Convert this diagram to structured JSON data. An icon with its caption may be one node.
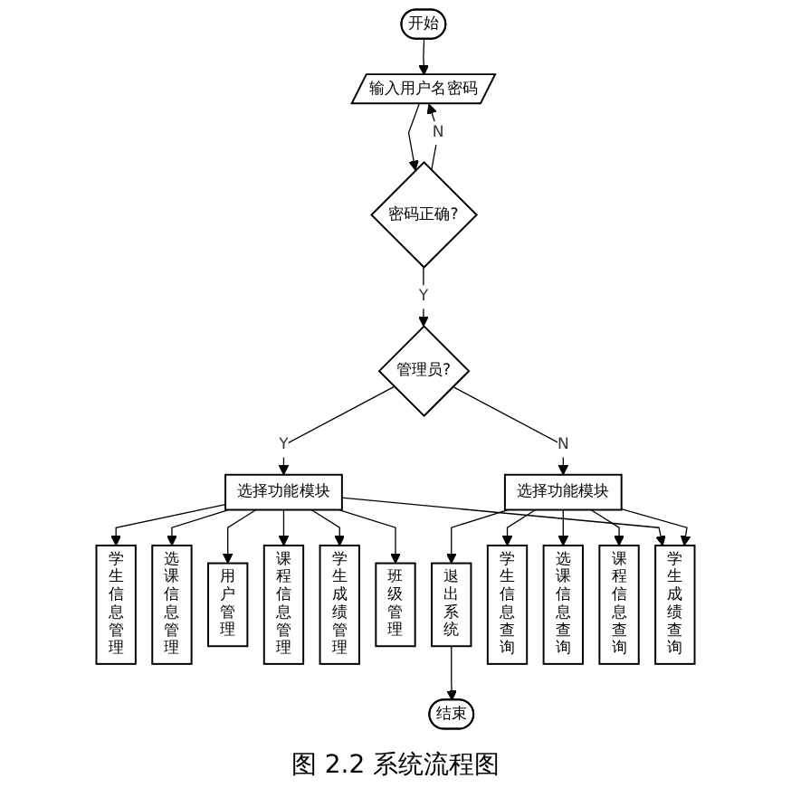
{
  "diagram": {
    "caption": "图 2.2 系统流程图",
    "nodes": [
      {
        "text": [
          "开始"
        ]
      },
      {
        "text": [
          "输入用户名密码"
        ]
      },
      {
        "text": [
          "密码正确?"
        ]
      },
      {
        "text": [
          "管理员?"
        ]
      },
      {
        "text": [
          "选择功能模块"
        ]
      },
      {
        "text": [
          "选择功能模块"
        ]
      },
      {
        "text": [
          "学生信息管理"
        ]
      },
      {
        "text": [
          "选课信息管理"
        ]
      },
      {
        "text": [
          "用户管理"
        ]
      },
      {
        "text": [
          "课程信息管理"
        ]
      },
      {
        "text": [
          "学生成绩管理"
        ]
      },
      {
        "text": [
          "班级管理"
        ]
      },
      {
        "text": [
          "退出系统"
        ]
      },
      {
        "text": [
          "学生信息查询"
        ]
      },
      {
        "text": [
          "选课信息查询"
        ]
      },
      {
        "text": [
          "课程信息查询"
        ]
      },
      {
        "text": [
          "学生成绩查询"
        ]
      },
      {
        "text": [
          "结束"
        ]
      }
    ],
    "edges": [
      {
        "from": 0,
        "to": 1,
        "arrow": "to"
      },
      {
        "from": 1,
        "to": 2,
        "arrow": "to"
      },
      {
        "from": 2,
        "to": 1,
        "arrow": "to",
        "label": "N"
      },
      {
        "from": 2,
        "to": 3,
        "arrow": "to",
        "label": "Y"
      },
      {
        "from": 3,
        "to": 4,
        "arrow": "to",
        "label": "Y"
      },
      {
        "from": 3,
        "to": 5,
        "arrow": "to",
        "label": "N"
      },
      {
        "from": 4,
        "to": 6,
        "arrow": "to"
      },
      {
        "from": 4,
        "to": 7,
        "arrow": "to"
      },
      {
        "from": 4,
        "to": 8,
        "arrow": "to"
      },
      {
        "from": 4,
        "to": 9,
        "arrow": "to"
      },
      {
        "from": 4,
        "to": 10,
        "arrow": "to"
      },
      {
        "from": 4,
        "to": 11,
        "arrow": "to"
      },
      {
        "from": 4,
        "to": 16,
        "arrow": "to"
      },
      {
        "from": 5,
        "to": 12,
        "arrow": "to"
      },
      {
        "from": 5,
        "to": 13,
        "arrow": "to"
      },
      {
        "from": 5,
        "to": 14,
        "arrow": "to"
      },
      {
        "from": 5,
        "to": 15,
        "arrow": "to"
      },
      {
        "from": 5,
        "to": 16,
        "arrow": "to"
      },
      {
        "from": 12,
        "to": 17,
        "arrow": "to"
      }
    ]
  }
}
